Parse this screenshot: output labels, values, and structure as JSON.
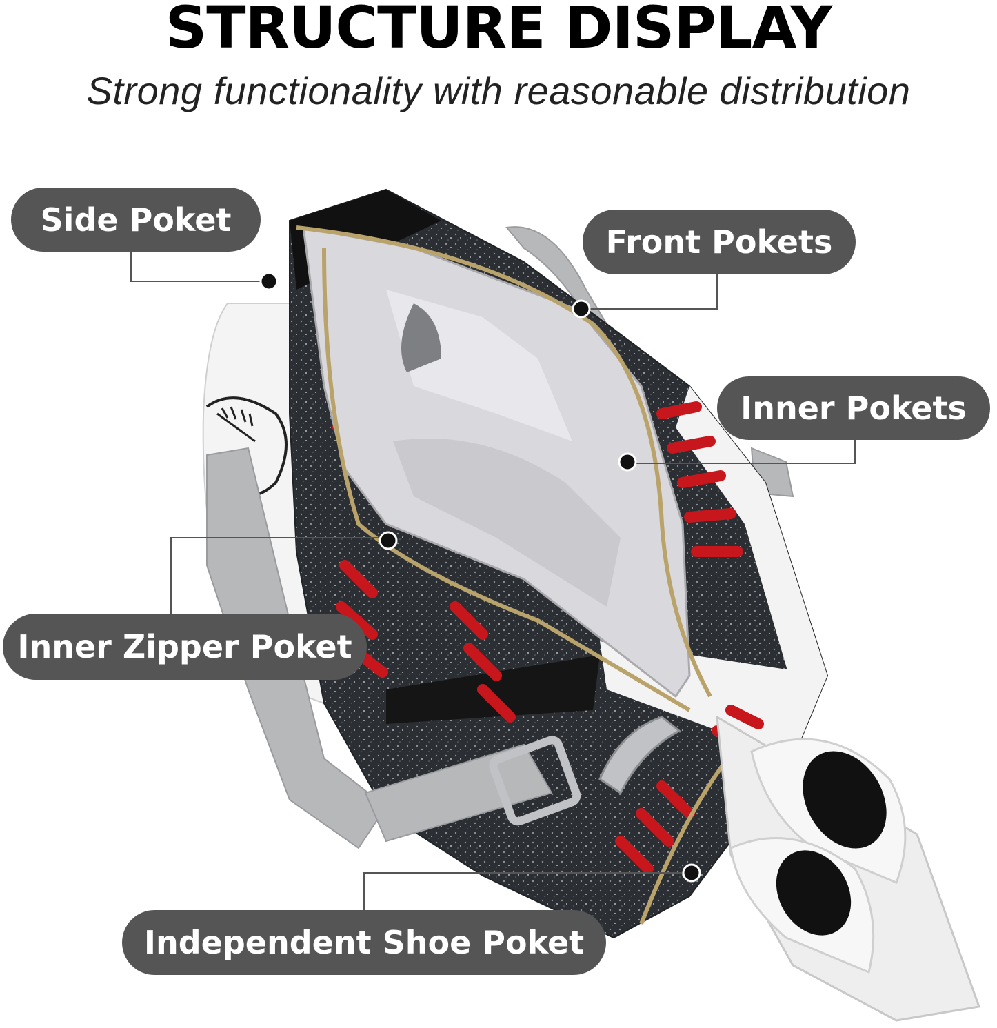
{
  "header": {
    "title": "STRUCTURE DISPLAY",
    "subtitle": "Strong functionality with reasonable distribution"
  },
  "callouts": {
    "side_pocket": "Side Poket",
    "front_pockets": "Front Pokets",
    "inner_pockets": "Inner Pokets",
    "inner_zipper_pocket": "Inner Zipper Poket",
    "shoe_pocket": "Independent Shoe Poket"
  },
  "colors": {
    "pill": "#555555",
    "seam_red": "#c8161d",
    "glitter": "#2b2f33",
    "strap": "#b7b8ba",
    "lining": "#d9d9dd"
  }
}
